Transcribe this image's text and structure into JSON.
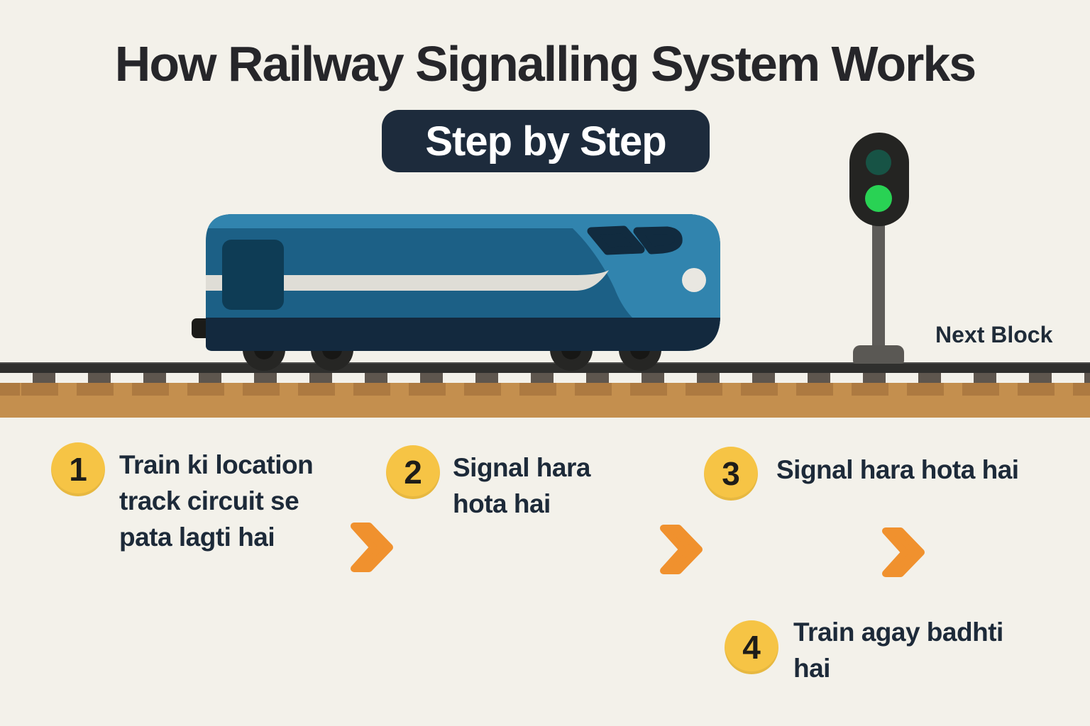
{
  "title": "How Railway Signalling System Works",
  "badge": "Step by Step",
  "scene": {
    "signal_label": "Next Block",
    "signal_state": "green"
  },
  "steps": [
    {
      "number": "1",
      "text": "Train ki location\ntrack circuit se\npata lagti hai"
    },
    {
      "number": "2",
      "text": "Signal hara\nhota hai"
    },
    {
      "number": "3",
      "text": "Signal hara hota hai"
    },
    {
      "number": "4",
      "text": "Train agay badhti\nhai"
    }
  ],
  "colors": {
    "background": "#f3f1ea",
    "accent_orange": "#f0912e",
    "step_yellow": "#f6c445",
    "badge_navy": "#1d2b3c",
    "text_dark": "#1d2a39",
    "signal_green": "#29d254",
    "signal_off": "#175345",
    "train_blue": "#1c6086",
    "train_light_blue": "#3184ae",
    "train_navy": "#13293e",
    "ballast_brown": "#c48f4e",
    "rail_gray": "#2f2f2d"
  }
}
